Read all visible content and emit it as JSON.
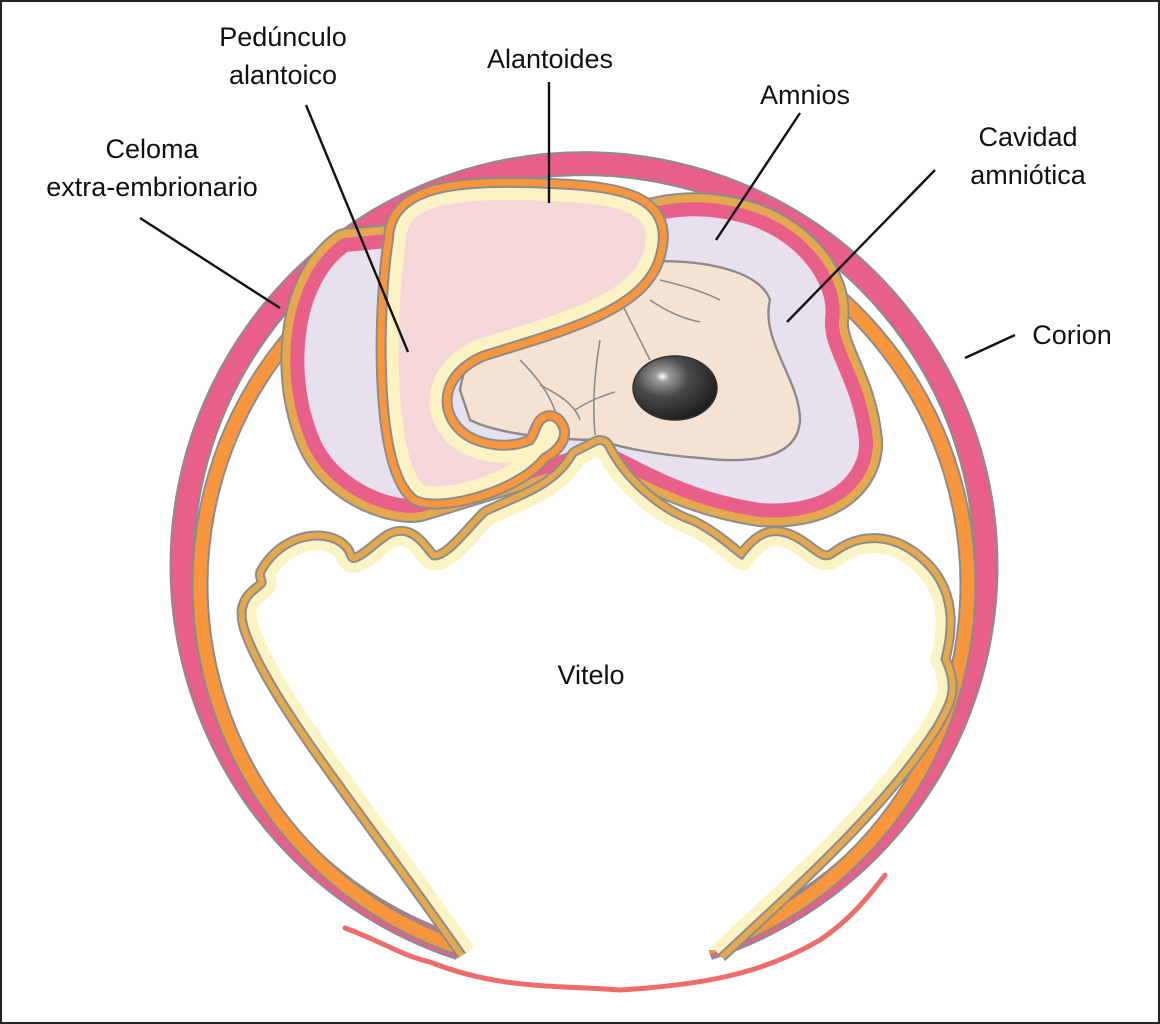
{
  "labels": {
    "peduncle_line1": "Pedúnculo",
    "peduncle_line2": "alantoico",
    "allantois": "Alantoides",
    "amnion": "Amnios",
    "coelom_line1": "Celoma",
    "coelom_line2": "extra-embrionario",
    "cavity_line1": "Cavidad",
    "cavity_line2": "amniótica",
    "chorion": "Corion",
    "yolk": "Vitelo"
  },
  "colors": {
    "chorion_pink": "#e8608a",
    "membrane_orange": "#f7963c",
    "ochre_layer": "#e4a94f",
    "endoderm_cream": "#fbf3c4",
    "allantois_fill": "#f5d7da",
    "amniotic_fill": "#e7e1ef",
    "embryo_fill": "#f6e2d3",
    "eye_dark": "#3b3b3b",
    "shell_membrane_red": "#ee6d6a",
    "outline_gray": "#8c8c8c"
  }
}
